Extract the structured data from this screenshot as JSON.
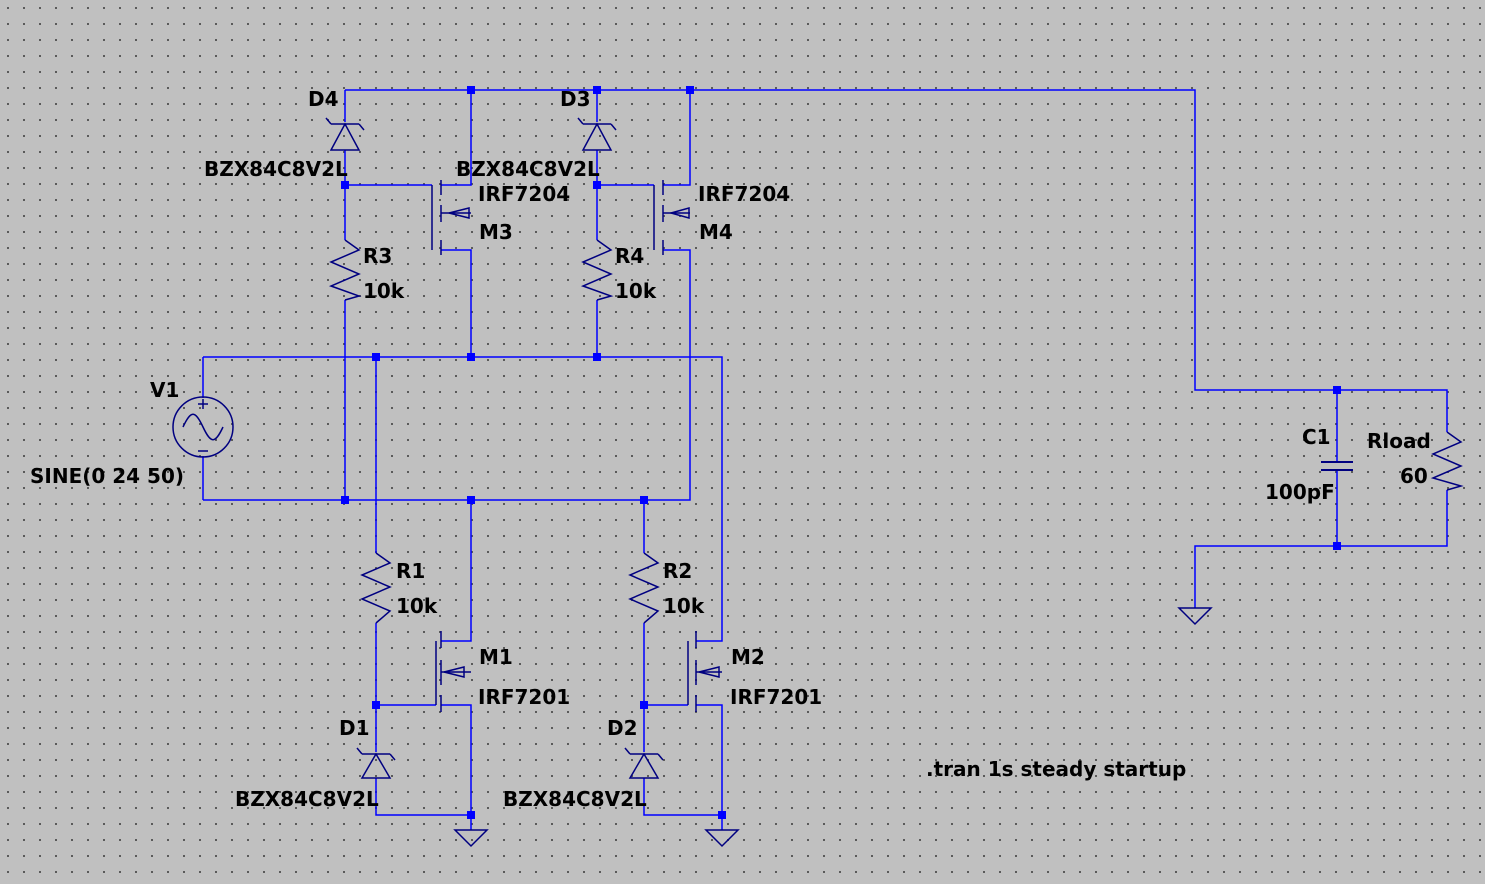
{
  "colors": {
    "background": "#c0c0c0",
    "wire": "#0000ff",
    "symbol": "#000080",
    "text": "#000000",
    "grid_dot": "#5a5a5a"
  },
  "components": {
    "D4": {
      "ref": "D4",
      "value": "BZX84C8V2L",
      "type": "zener-diode"
    },
    "D3": {
      "ref": "D3",
      "value": "BZX84C8V2L",
      "type": "zener-diode"
    },
    "D1": {
      "ref": "D1",
      "value": "BZX84C8V2L",
      "type": "zener-diode"
    },
    "D2": {
      "ref": "D2",
      "value": "BZX84C8V2L",
      "type": "zener-diode"
    },
    "M3": {
      "ref": "M3",
      "value": "IRF7204",
      "type": "pmos"
    },
    "M4": {
      "ref": "M4",
      "value": "IRF7204",
      "type": "pmos"
    },
    "M1": {
      "ref": "M1",
      "value": "IRF7201",
      "type": "nmos"
    },
    "M2": {
      "ref": "M2",
      "value": "IRF7201",
      "type": "nmos"
    },
    "R3": {
      "ref": "R3",
      "value": "10k",
      "type": "resistor"
    },
    "R4": {
      "ref": "R4",
      "value": "10k",
      "type": "resistor"
    },
    "R1": {
      "ref": "R1",
      "value": "10k",
      "type": "resistor"
    },
    "R2": {
      "ref": "R2",
      "value": "10k",
      "type": "resistor"
    },
    "V1": {
      "ref": "V1",
      "value": "SINE(0 24 50)",
      "type": "voltage-source"
    },
    "C1": {
      "ref": "C1",
      "value": "100pF",
      "type": "capacitor"
    },
    "Rload": {
      "ref": "Rload",
      "value": "60",
      "type": "resistor"
    }
  },
  "directive": ".tran 1s steady startup"
}
